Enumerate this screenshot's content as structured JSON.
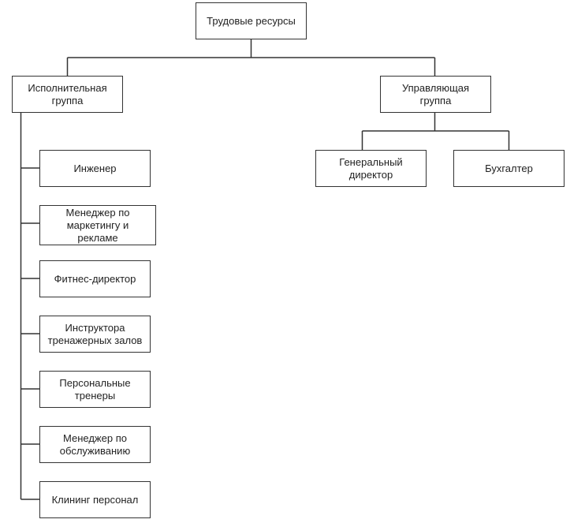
{
  "diagram": {
    "root": "Трудовые ресурсы",
    "executive_group": {
      "label": "Исполнительная\nгруппа",
      "members": [
        "Инженер",
        "Менеджер по\nмаркетингу и\nрекламе",
        "Фитнес-директор",
        "Инструктора\nтренажерных залов",
        "Персональные\nтренеры",
        "Менеджер по\nобслуживанию",
        "Клининг персонал"
      ]
    },
    "management_group": {
      "label": "Управляющая\nгруппа",
      "members": [
        "Генеральный\nдиректор",
        "Бухгалтер"
      ]
    }
  }
}
